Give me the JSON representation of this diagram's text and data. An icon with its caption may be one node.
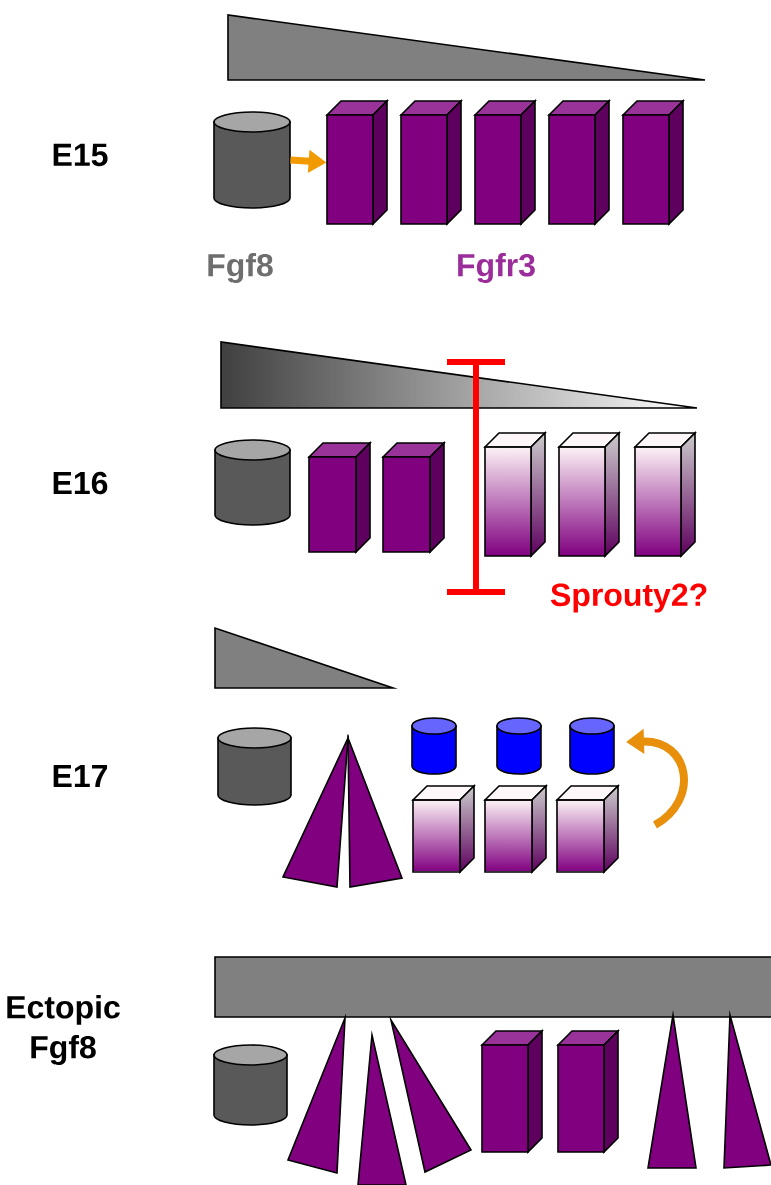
{
  "diagram": {
    "nodes": [
      {
        "text": [],
        "shape": "triangle"
      },
      {
        "text": [],
        "shape": "cylinder"
      },
      {
        "text": [],
        "shape": "box"
      },
      {
        "text": [],
        "shape": "box"
      },
      {
        "text": [],
        "shape": "box"
      },
      {
        "text": [],
        "shape": "box"
      },
      {
        "text": [],
        "shape": "box"
      },
      {
        "text": [],
        "shape": "triangle"
      },
      {
        "text": [],
        "shape": "cylinder"
      },
      {
        "text": [],
        "shape": "box"
      },
      {
        "text": [],
        "shape": "box"
      },
      {
        "text": [],
        "shape": "box"
      },
      {
        "text": [],
        "shape": "box"
      },
      {
        "text": [],
        "shape": "box"
      },
      {
        "text": [],
        "shape": "triangle"
      },
      {
        "text": [],
        "shape": "cylinder"
      },
      {
        "text": [],
        "shape": "triangle"
      },
      {
        "text": [],
        "shape": "triangle"
      },
      {
        "text": [],
        "shape": "cylinder"
      },
      {
        "text": [],
        "shape": "cylinder"
      },
      {
        "text": [],
        "shape": "cylinder"
      },
      {
        "text": [],
        "shape": "box"
      },
      {
        "text": [],
        "shape": "box"
      },
      {
        "text": [],
        "shape": "box"
      },
      {
        "text": [],
        "shape": "bar"
      },
      {
        "text": [],
        "shape": "cylinder"
      },
      {
        "text": [],
        "shape": "triangle"
      },
      {
        "text": [],
        "shape": "triangle"
      },
      {
        "text": [],
        "shape": "triangle"
      },
      {
        "text": [],
        "shape": "box"
      },
      {
        "text": [],
        "shape": "box"
      },
      {
        "text": [],
        "shape": "triangle"
      },
      {
        "text": [],
        "shape": "triangle"
      }
    ],
    "edges": [
      {
        "from": 1,
        "to": 2,
        "arrow": "to",
        "color": "#f29b00"
      }
    ],
    "labels": [
      "E15",
      "Fgf8",
      "Fgfr3",
      "E16",
      "Sprouty2?",
      "E17",
      "Ectopic Fgf8"
    ]
  }
}
